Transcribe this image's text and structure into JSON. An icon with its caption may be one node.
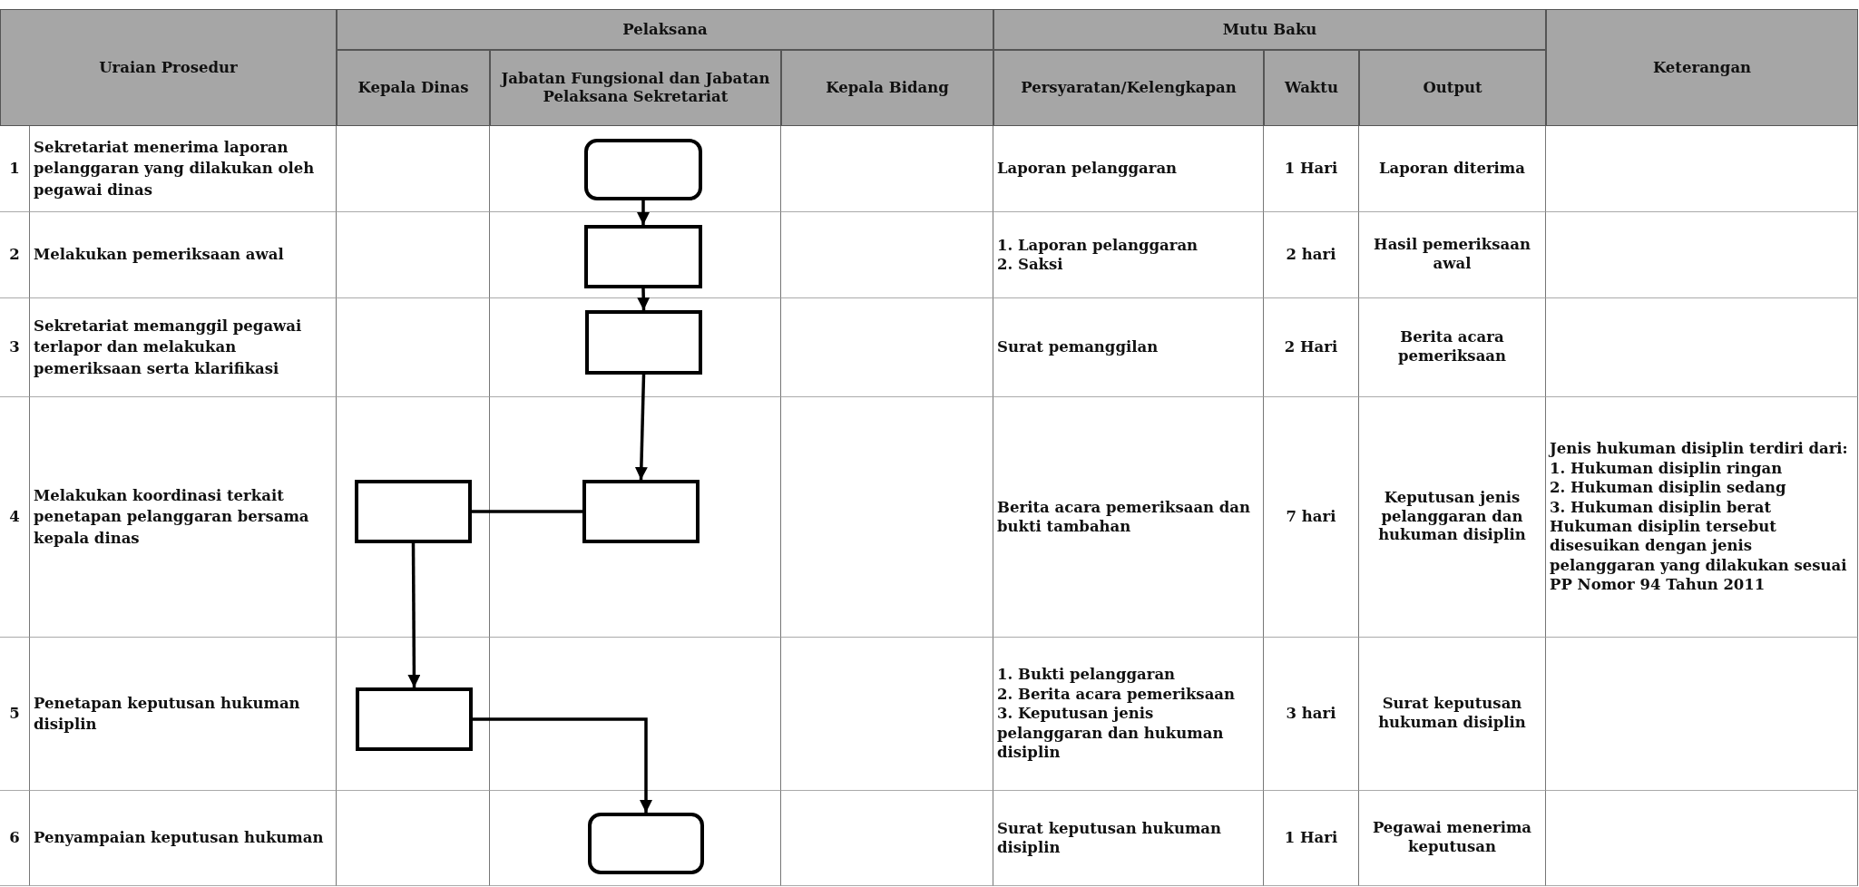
{
  "diagram": {
    "nodes": [
      {
        "text": [],
        "shape": "rounded"
      },
      {
        "text": [],
        "shape": "box"
      },
      {
        "text": [],
        "shape": "box"
      },
      {
        "text": [],
        "shape": "box"
      },
      {
        "text": [],
        "shape": "box"
      },
      {
        "text": [],
        "shape": "box"
      },
      {
        "text": [],
        "shape": "rounded"
      }
    ],
    "edges": [
      {
        "from": 0,
        "to": 1,
        "arrow": "to"
      },
      {
        "from": 1,
        "to": 2,
        "arrow": "to"
      },
      {
        "from": 2,
        "to": 4,
        "arrow": "to"
      },
      {
        "from": 3,
        "to": 4,
        "arrow": "none"
      },
      {
        "from": 3,
        "to": 5,
        "arrow": "to"
      },
      {
        "from": 5,
        "to": 6,
        "arrow": "to"
      }
    ],
    "labels": [
      "Uraian Prosedur",
      "Pelaksana",
      "Mutu Baku",
      "Keterangan",
      "Kepala Dinas",
      "Jabatan Fungsional dan Jabatan Pelaksana Sekretariat",
      "Kepala Bidang",
      "Persyaratan/Kelengkapan",
      "Waktu",
      "Output",
      "1",
      "Sekretariat menerima laporan pelanggaran yang dilakukan oleh pegawai dinas",
      "Laporan pelanggaran",
      "1 Hari",
      "Laporan diterima",
      "2",
      "Melakukan pemeriksaan awal",
      "1. Laporan pelanggaran",
      "2. Saksi",
      "2 hari",
      "Hasil pemeriksaan awal",
      "3",
      "Sekretariat memanggil pegawai terlapor dan melakukan pemeriksaan serta klarifikasi",
      "Surat pemanggilan",
      "2 Hari",
      "Berita acara pemeriksaan",
      "4",
      "Melakukan koordinasi terkait penetapan pelanggaran bersama kepala dinas",
      "Berita acara pemeriksaan dan bukti tambahan",
      "7 hari",
      "Keputusan jenis pelanggaran dan hukuman disiplin",
      "Jenis hukuman disiplin terdiri dari:",
      "1. Hukuman disiplin ringan",
      "2. Hukuman disiplin sedang",
      "3. Hukuman disiplin berat",
      "Hukuman disiplin tersebut disesuikan dengan jenis pelanggaran yang dilakukan sesuai PP Nomor 94 Tahun 2011",
      "5",
      "Penetapan keputusan hukuman disiplin",
      "1. Bukti pelanggaran",
      "2. Berita acara pemeriksaan",
      "3. Keputusan jenis pelanggaran dan hukuman disiplin",
      "3 hari",
      "Surat keputusan hukuman disiplin",
      "6",
      "Penyampaian keputusan hukuman",
      "Surat keputusan hukuman disiplin",
      "1 Hari",
      "Pegawai menerima keputusan"
    ]
  }
}
